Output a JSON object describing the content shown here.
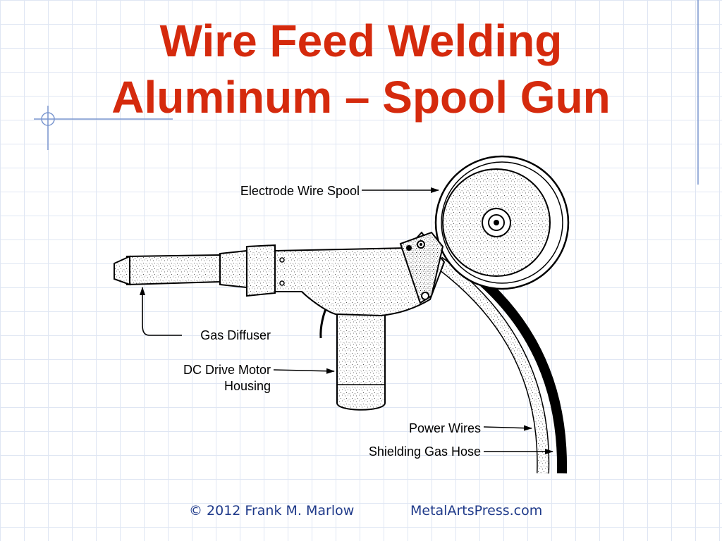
{
  "title": {
    "line1": "Wire Feed Welding",
    "line2": "Aluminum – Spool Gun"
  },
  "diagram": {
    "labels": {
      "electrode_wire_spool": "Electrode Wire Spool",
      "gas_diffuser": "Gas Diffuser",
      "dc_drive_motor_line1": "DC Drive Motor",
      "dc_drive_motor_line2": "Housing",
      "power_wires": "Power Wires",
      "shielding_gas_hose": "Shielding Gas Hose"
    }
  },
  "footer": {
    "copyright": "© 2012 Frank M. Marlow",
    "website": "MetalArtsPress.com"
  },
  "colors": {
    "title": "#d52a0d",
    "footer": "#1f3a8a",
    "accent_line": "#7a96cf"
  }
}
